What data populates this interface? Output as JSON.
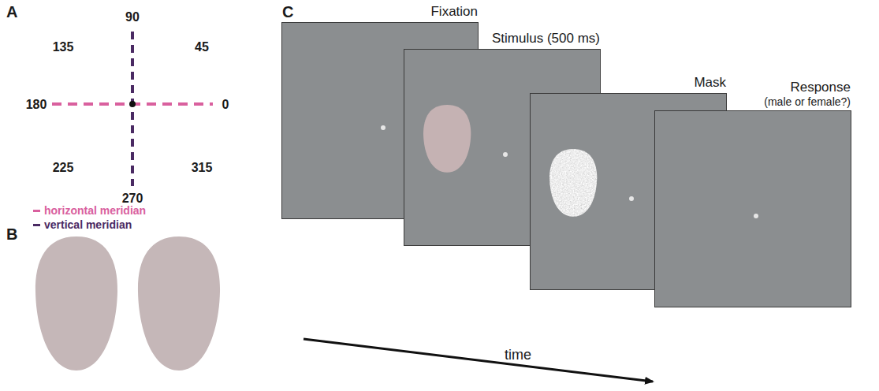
{
  "diagram": {
    "nodes": [
      {
        "text": [
          "Fixation"
        ]
      },
      {
        "text": [
          "Stimulus (500 ms)"
        ]
      },
      {
        "text": [
          "Mask"
        ]
      },
      {
        "text": [
          "Response",
          "(male or female?)"
        ]
      }
    ],
    "labels": [
      "A",
      "B",
      "C",
      "90",
      "45",
      "135",
      "180",
      "0",
      "225",
      "315",
      "270",
      "time"
    ],
    "legend": [
      {
        "text": "horizontal meridian",
        "color": "#d9609e"
      },
      {
        "text": "vertical meridian",
        "color": "#4a2a63"
      }
    ]
  }
}
